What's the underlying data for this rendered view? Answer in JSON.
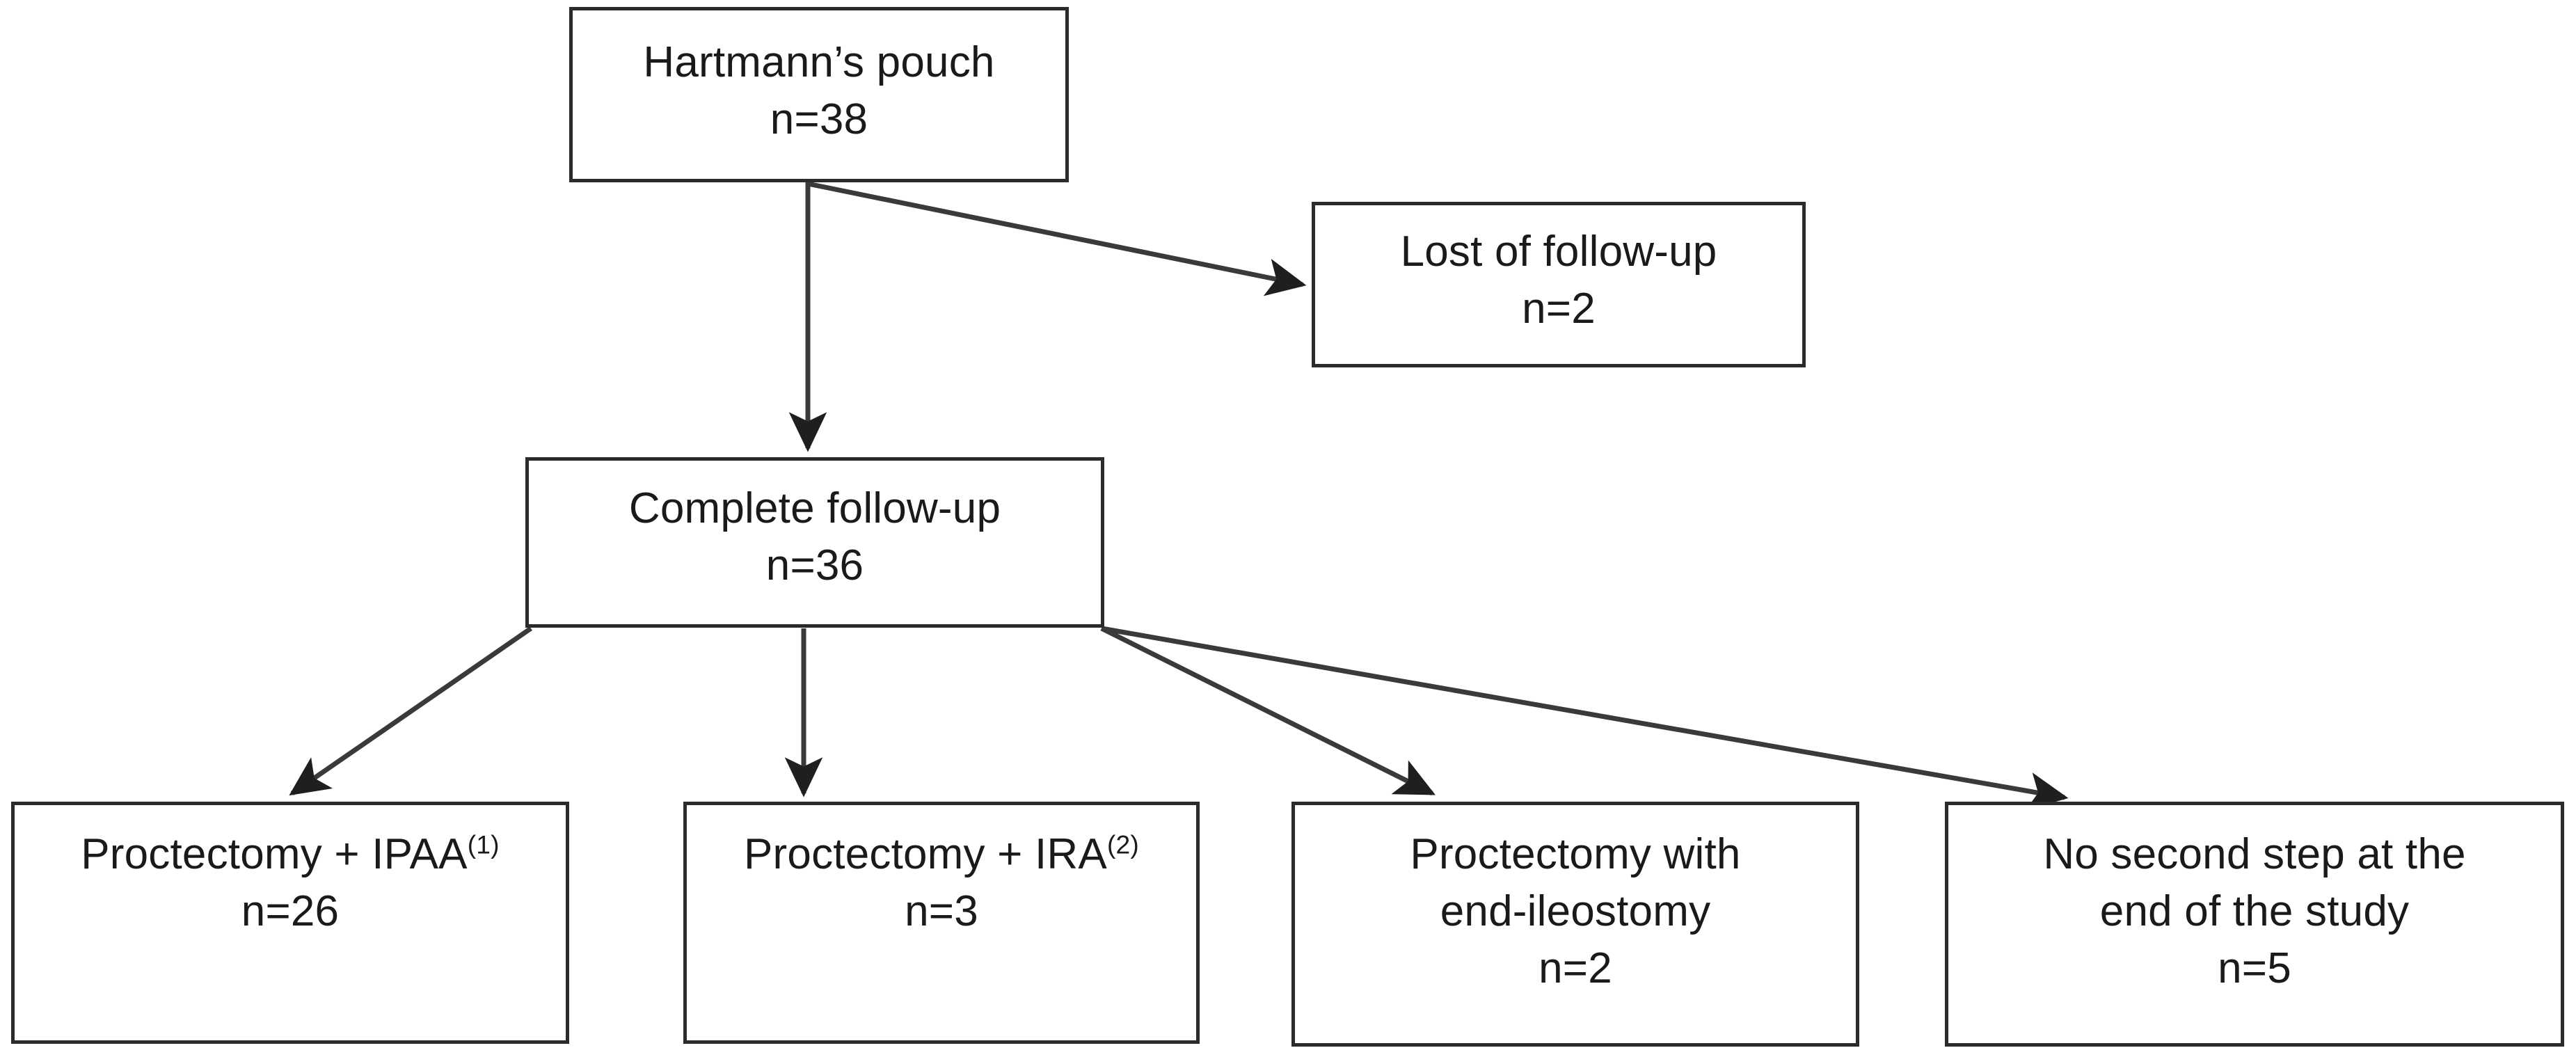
{
  "figure": {
    "type": "flow-diagram",
    "orientation": "top-down",
    "background_color": "#ffffff",
    "box_border_color": "#2b2b2b",
    "edge_color": "#2b2b2b",
    "text_color": "#1a1a1a"
  },
  "nodes": {
    "hartmann": {
      "id": "hartmann",
      "line1": "Hartmann’s pouch",
      "line2": "n=38",
      "n": 38
    },
    "lost": {
      "id": "lost",
      "line1": "Lost of follow-up",
      "line2": "n=2",
      "n": 2
    },
    "complete": {
      "id": "complete",
      "line1": "Complete follow-up",
      "line2": "n=36",
      "n": 36
    },
    "ipaa": {
      "id": "ipaa",
      "line1_main": "Proctectomy + IPAA",
      "line1_sup": "(1)",
      "line2": "n=26",
      "n": 26
    },
    "ira": {
      "id": "ira",
      "line1_main": "Proctectomy + IRA",
      "line1_sup": "(2)",
      "line2": "n=3",
      "n": 3
    },
    "endileostomy": {
      "id": "endileostomy",
      "line1": "Proctectomy with",
      "line2": "end-ileostomy",
      "line3": "n=2",
      "n": 2
    },
    "nosecond": {
      "id": "nosecond",
      "line1": "No second step at the",
      "line2": "end of the study",
      "line3": "n=5",
      "n": 5
    }
  },
  "edges": [
    {
      "from": "hartmann",
      "to": "complete",
      "style": "straight-down"
    },
    {
      "from": "hartmann",
      "to": "lost",
      "style": "diagonal-right"
    },
    {
      "from": "complete",
      "to": "ipaa",
      "style": "diagonal-left"
    },
    {
      "from": "complete",
      "to": "ira",
      "style": "straight-down"
    },
    {
      "from": "complete",
      "to": "endileostomy",
      "style": "diagonal-right"
    },
    {
      "from": "complete",
      "to": "nosecond",
      "style": "diagonal-right"
    }
  ]
}
